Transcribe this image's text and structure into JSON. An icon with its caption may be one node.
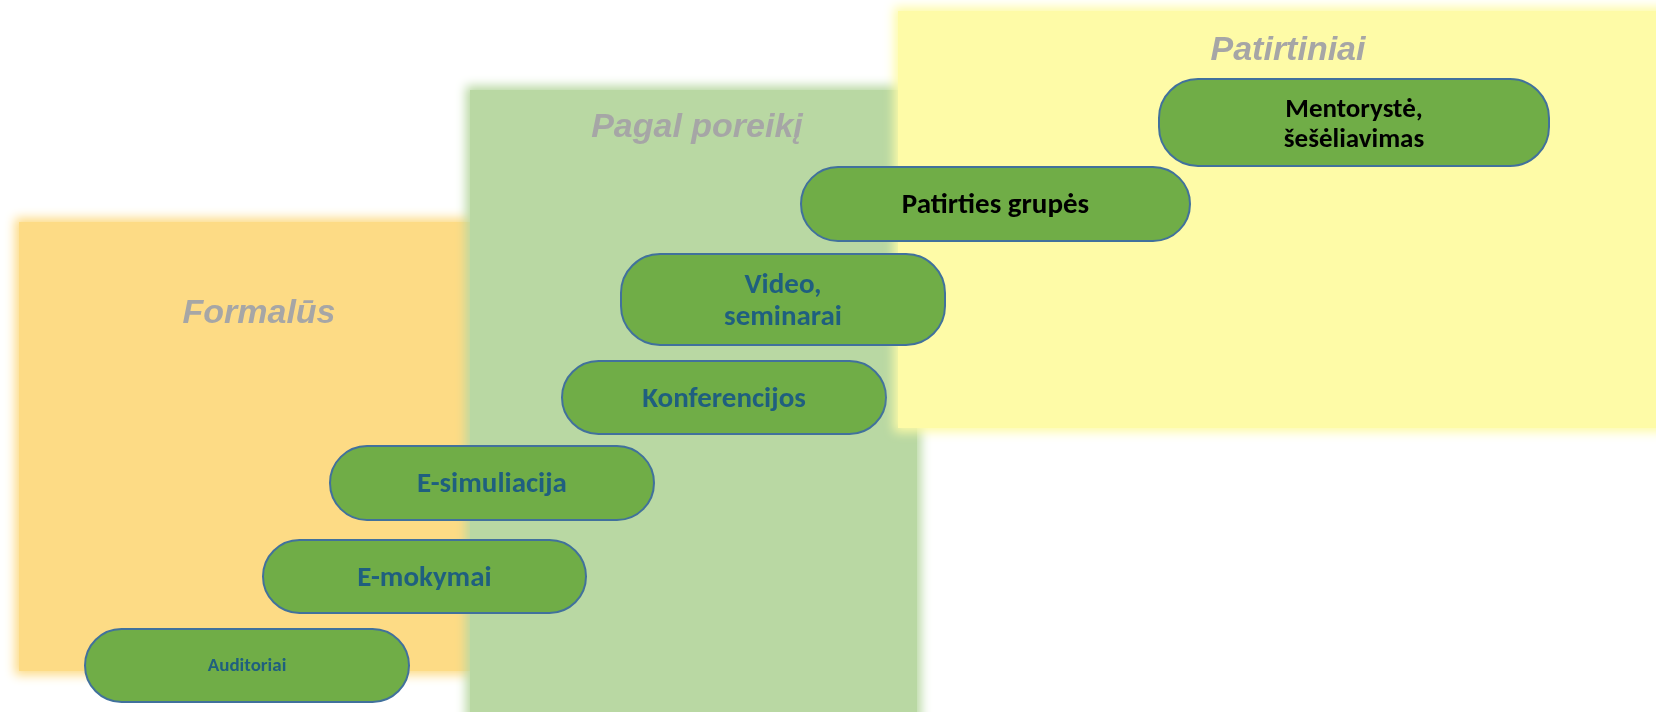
{
  "diagram": {
    "nodes": [
      {
        "text": [
          "Formalūs"
        ]
      },
      {
        "text": [
          "Pagal poreikį"
        ]
      },
      {
        "text": [
          "Patirtiniai"
        ]
      },
      {
        "text": [
          "Mentorystė, šešėliavimas"
        ],
        "in": 2
      },
      {
        "text": [
          "Patirties grupės"
        ]
      },
      {
        "text": [
          "Video, seminarai"
        ]
      },
      {
        "text": [
          "Konferencijos"
        ],
        "in": 1
      },
      {
        "text": [
          "E-simuliacija"
        ]
      },
      {
        "text": [
          "E-mokymai"
        ]
      },
      {
        "text": [
          "Auditoriai"
        ]
      }
    ]
  }
}
